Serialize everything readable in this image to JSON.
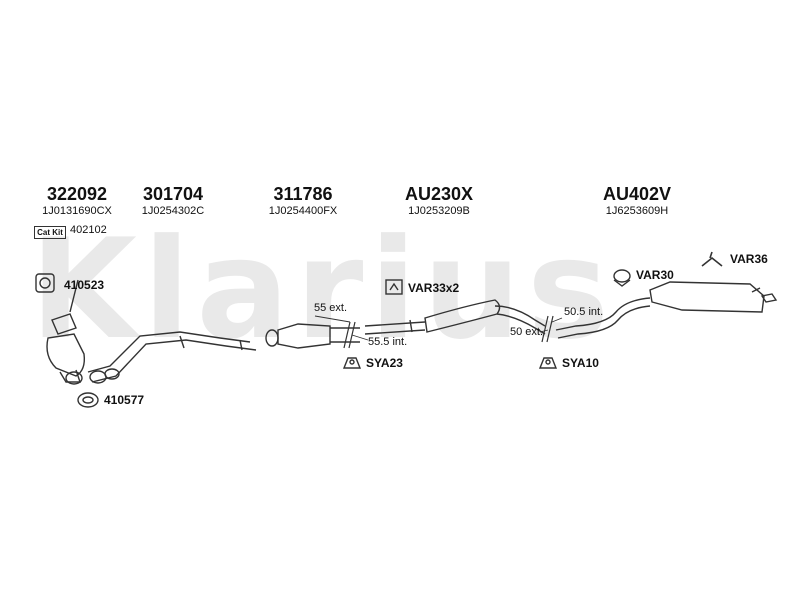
{
  "watermark": "Klarius",
  "parts": [
    {
      "number": "322092",
      "ref": "1J0131690CX"
    },
    {
      "number": "301704",
      "ref": "1J0254302C"
    },
    {
      "number": "311786",
      "ref": "1J0254400FX"
    },
    {
      "number": "AU230X",
      "ref": "1J0253209B"
    },
    {
      "number": "AU402V",
      "ref": "1J6253609H"
    }
  ],
  "cat_kit": {
    "label": "Cat Kit",
    "number": "402102"
  },
  "labels": {
    "gasket_410523": "410523",
    "gasket_410577": "410577",
    "var33": "VAR33x2",
    "var30": "VAR30",
    "var36": "VAR36",
    "sya23": "SYA23",
    "sya10": "SYA10"
  },
  "measurements": {
    "ext55": "55 ext.",
    "int55_5": "55.5 int.",
    "int50_5": "50.5 int.",
    "ext50": "50 ext."
  }
}
